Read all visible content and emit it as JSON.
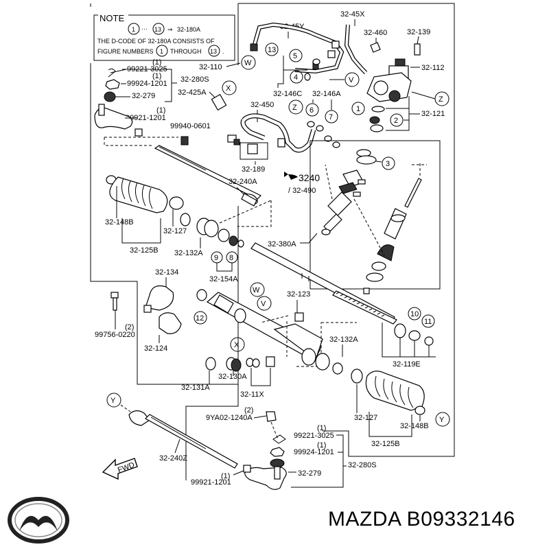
{
  "note": {
    "title": "NOTE",
    "ref_a": "1",
    "dots": "···",
    "ref_b": "13",
    "arrow": "⇒",
    "target": "32-180A",
    "line1": "THE D-CODE OF 32-180A CONSISTS OF",
    "line2a": "FIGURE NUMBERS",
    "line2b": "THROUGH",
    "line2c": "."
  },
  "parts": {
    "p_99221_3025_top": "99221-3025",
    "p_99924_1201_top": "99924-1201",
    "p_32_279_top": "32-279",
    "p_99921_1201_top": "99921-1201",
    "p_32_280s_top": "32-280S",
    "p_32_110": "32-110",
    "p_32_425a": "32-425A",
    "p_99940_0601": "99940-0601",
    "p_32_450": "32-450",
    "p_32_189": "32-189",
    "p_32_240a": "32-240A",
    "p_3240": "3240",
    "p_32_490": "/ 32-490",
    "p_32_45y": "32-45Y",
    "p_32_45x": "32-45X",
    "p_32_460": "32-460",
    "p_32_139": "32-139",
    "p_32_112": "32-112",
    "p_32_146c": "32-146C",
    "p_32_146a": "32-146A",
    "p_32_121": "32-121",
    "p_32_148b_left": "32-148B",
    "p_32_127_left": "32-127",
    "p_32_125b_left": "32-125B",
    "p_32_132a_left": "32-132A",
    "p_32_154a": "32-154A",
    "p_32_380a": "32-380A",
    "p_32_134": "32-134",
    "p_99756_0220": "99756-0220",
    "p_32_124": "32-124",
    "p_32_123": "32-123",
    "p_32_132a_right": "32-132A",
    "p_32_119e": "32-119E",
    "p_32_131a": "32-131A",
    "p_32_130a": "32-130A",
    "p_32_11x": "32-11X",
    "p_9ya02_1240a": "9YA02-1240A",
    "p_32_127_right": "32-127",
    "p_32_148b_right": "32-148B",
    "p_32_125b_right": "32-125B",
    "p_32_240z": "32-240Z",
    "p_99221_3025_bot": "99221-3025",
    "p_99924_1201_bot": "99924-1201",
    "p_32_279_bot": "32-279",
    "p_32_280s_bot": "32-280S",
    "p_99921_1201_bot": "99921-1201"
  },
  "quantities": {
    "q1": "(1)",
    "q2": "(2)"
  },
  "callouts": {
    "W": "W",
    "X": "X",
    "Y": "Y",
    "Z": "Z",
    "V": "V"
  },
  "numbers": [
    "1",
    "2",
    "3",
    "4",
    "5",
    "6",
    "7",
    "8",
    "9",
    "10",
    "11",
    "12",
    "13"
  ],
  "fwd": "FWD",
  "brand": {
    "text": "MAZDA B09332146"
  }
}
